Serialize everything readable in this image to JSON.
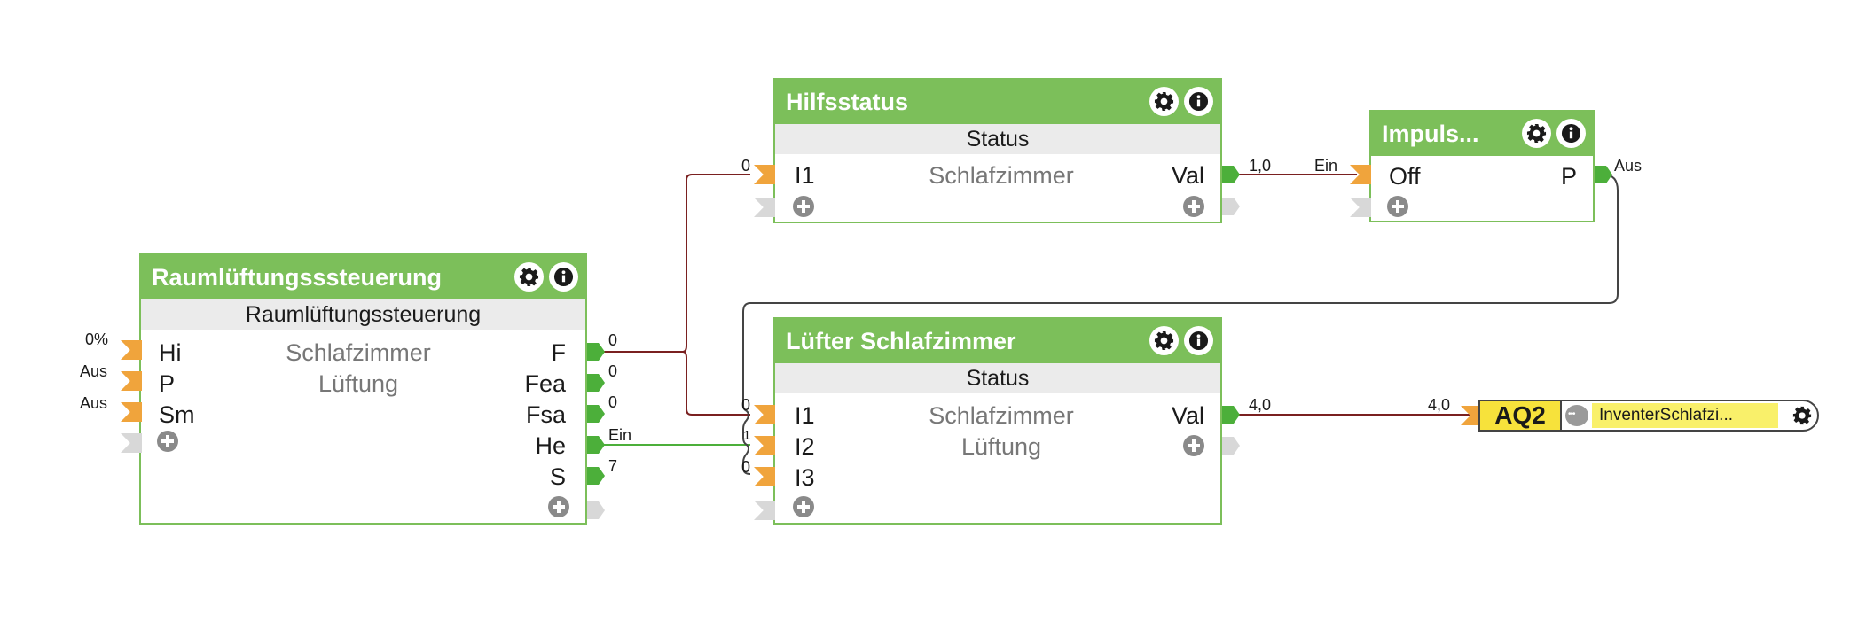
{
  "blocks": {
    "raum": {
      "title": "Raumlüftungsssteuerung",
      "subtitle": "Raumlüftungssteuerung",
      "desc1": "Schlafzimmer",
      "desc2": "Lüftung",
      "inputs": [
        {
          "label": "Hi",
          "value": "0%"
        },
        {
          "label": "P",
          "value": "Aus"
        },
        {
          "label": "Sm",
          "value": "Aus"
        }
      ],
      "outputs": [
        {
          "label": "F",
          "value": "0"
        },
        {
          "label": "Fea",
          "value": "0"
        },
        {
          "label": "Fsa",
          "value": "0"
        },
        {
          "label": "He",
          "value": "Ein"
        },
        {
          "label": "S",
          "value": "7"
        }
      ]
    },
    "hilfs": {
      "title": "Hilfsstatus",
      "subtitle": "Status",
      "desc1": "Schlafzimmer",
      "inputs": [
        {
          "label": "I1",
          "value": "0"
        }
      ],
      "outputs": [
        {
          "label": "Val",
          "value": "1,0"
        }
      ]
    },
    "impuls": {
      "title": "Impuls...",
      "inputs": [
        {
          "label": "Off",
          "value": "Ein"
        }
      ],
      "outputs": [
        {
          "label": "P",
          "value": "Aus"
        }
      ]
    },
    "luefter": {
      "title": "Lüfter Schlafzimmer",
      "subtitle": "Status",
      "desc1": "Schlafzimmer",
      "desc2": "Lüftung",
      "inputs": [
        {
          "label": "I1",
          "value": "0"
        },
        {
          "label": "I2",
          "value": "1"
        },
        {
          "label": "I3",
          "value": "0"
        }
      ],
      "outputs": [
        {
          "label": "Val",
          "value": "4,0"
        }
      ]
    }
  },
  "output_node": {
    "name": "AQ2",
    "input_value": "4,0",
    "field_text": "InventerSchlafzi...",
    "icon": "gear-icon"
  },
  "icons": {
    "settings": "gear-icon",
    "info": "info-icon",
    "add": "plus-icon"
  },
  "colors": {
    "header": "#7cbf5a",
    "wire_value": "#7a2020",
    "wire_binary": "#4caf3a",
    "input_pin": "#f0a43c",
    "output_pin": "#4caf3a",
    "output_field": "#f7e23b"
  }
}
